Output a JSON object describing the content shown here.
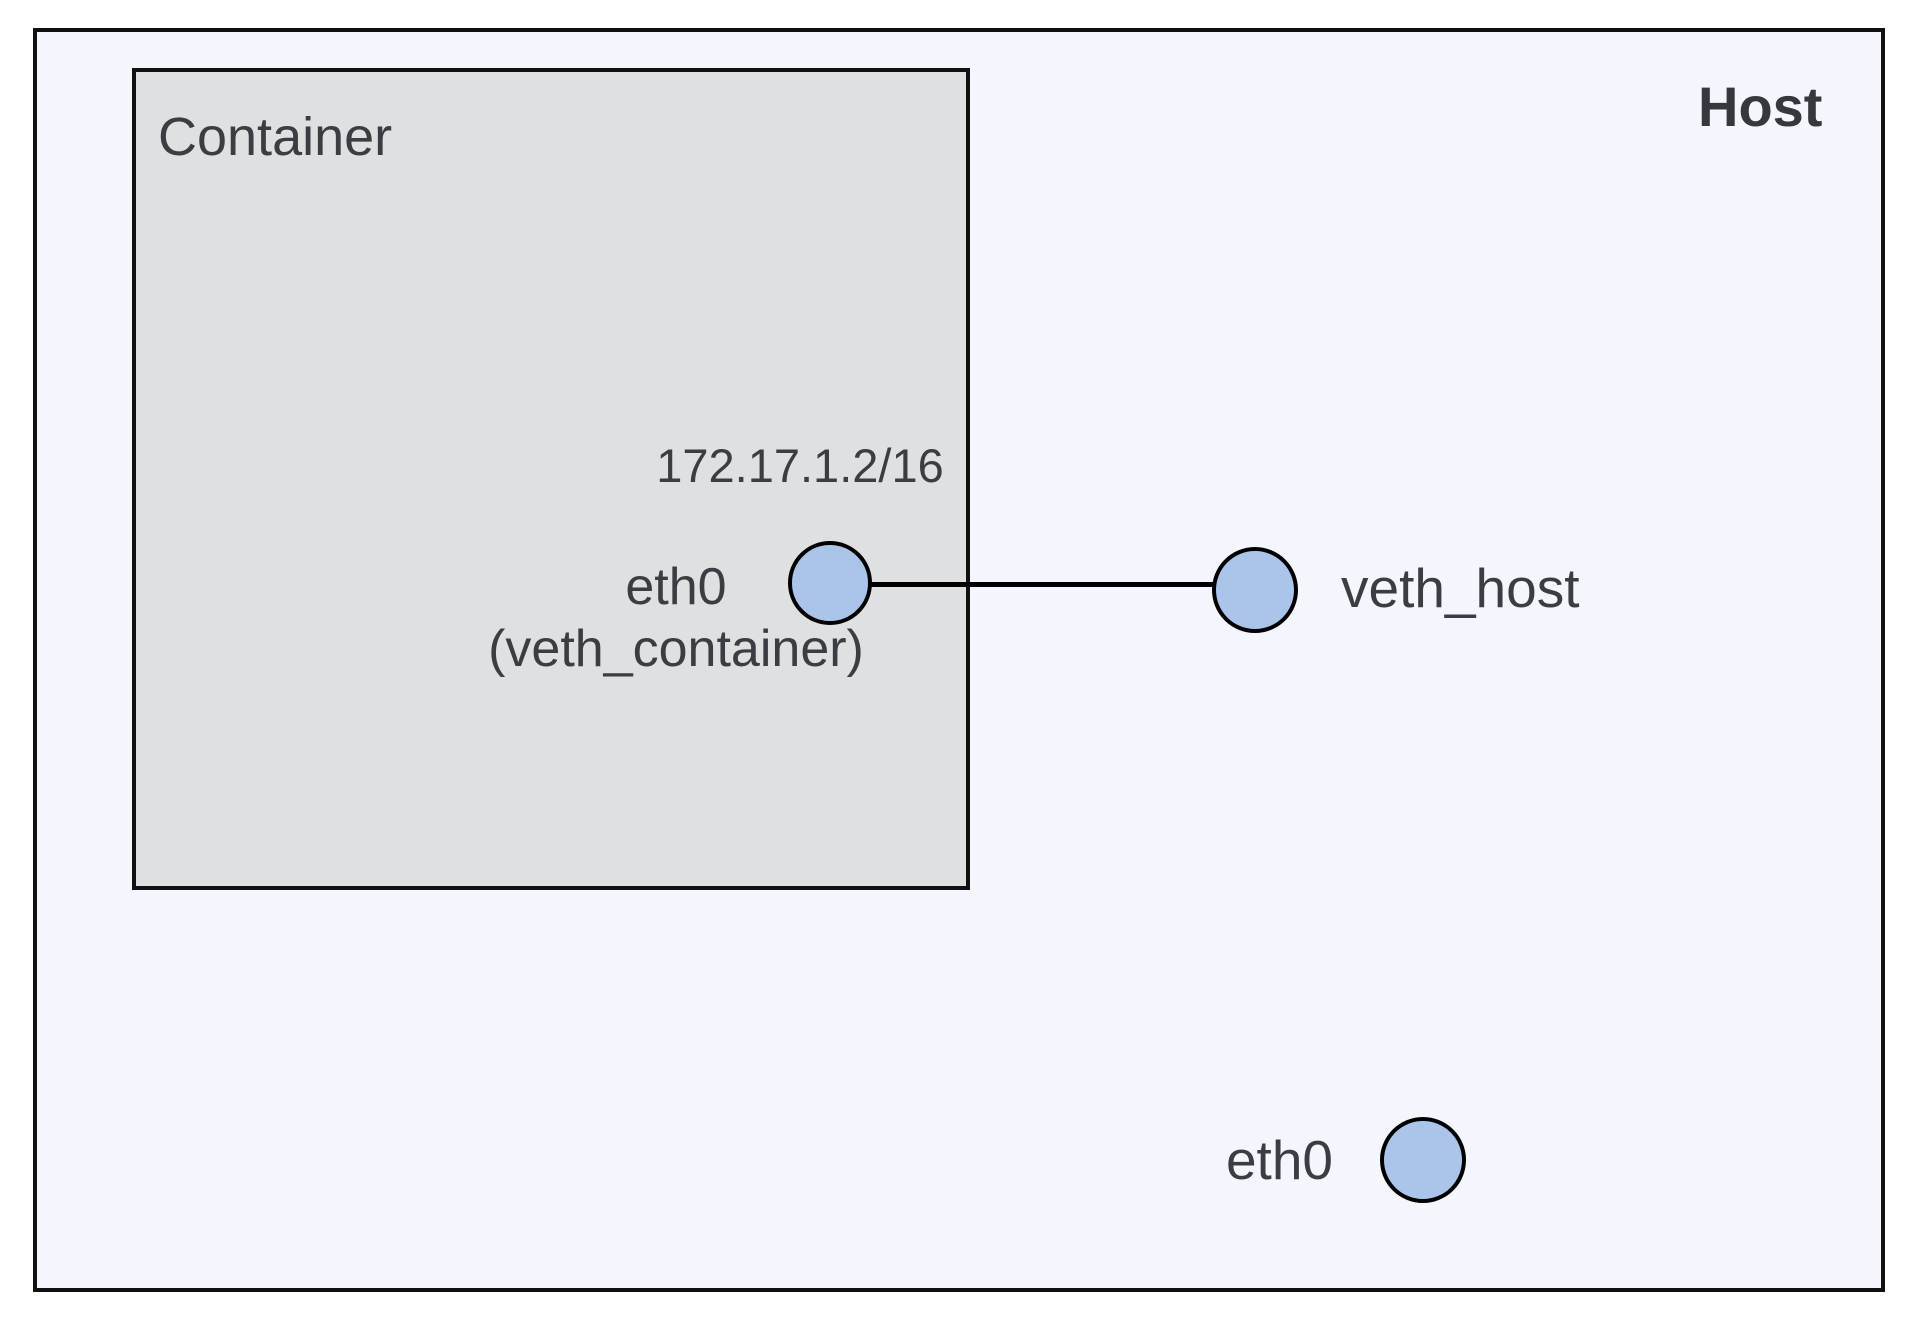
{
  "diagram": {
    "host": {
      "label": "Host"
    },
    "container": {
      "label": "Container"
    },
    "nodes": {
      "veth_container": {
        "ip": "172.17.1.2/16",
        "label_line1": "eth0",
        "label_line2": "(veth_container)"
      },
      "veth_host": {
        "label": "veth_host"
      },
      "host_eth0": {
        "label": "eth0"
      }
    },
    "links": [
      {
        "from": "veth_container",
        "to": "veth_host"
      }
    ],
    "colors": {
      "node_fill": "#abc5ea",
      "node_border": "#000000",
      "host_fill": "#f3f6fc",
      "container_fill": "#dee0e1",
      "box_border": "#111111",
      "text": "#3a3d41"
    }
  }
}
